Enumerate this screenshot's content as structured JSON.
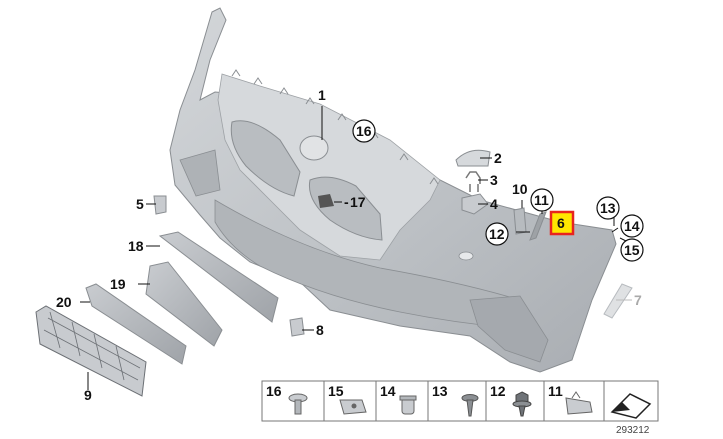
{
  "diagram": {
    "callouts": [
      "1",
      "2",
      "3",
      "4",
      "5",
      "6",
      "7",
      "8",
      "9",
      "10",
      "11",
      "12",
      "13",
      "14",
      "15",
      "16",
      "17",
      "18",
      "19",
      "20"
    ],
    "legend": [
      {
        "number": "16",
        "icon": "push-rivet-icon"
      },
      {
        "number": "15",
        "icon": "clip-nut-icon"
      },
      {
        "number": "14",
        "icon": "expanding-nut-icon"
      },
      {
        "number": "13",
        "icon": "screw-icon"
      },
      {
        "number": "12",
        "icon": "screw-with-washer-icon"
      },
      {
        "number": "11",
        "icon": "bracket-clip-icon"
      }
    ],
    "reference_number": "293212",
    "highlight": "6",
    "colors": {
      "highlight": "#e8241e",
      "highlight_fill": "#ffe600",
      "part": "#c4c8cc",
      "outline": "#8a8e92"
    }
  }
}
